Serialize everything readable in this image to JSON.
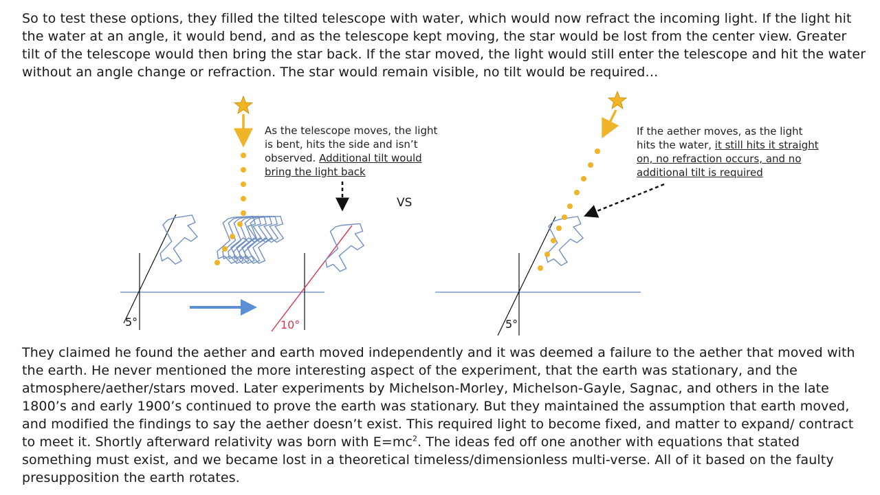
{
  "intro_text": "So to test these options, they filled the tilted telescope with water, which would now refract the incoming light.  If the light hit the water at an angle, it would bend, and as the telescope kept moving, the star would be lost from the center view.  Greater tilt of the telescope would then bring the star back.  If the star moved, the light would still enter the telescope and hit the water without an angle change or refraction.  The star would remain visible, no tilt would be required…",
  "left_note": {
    "plain": "As the telescope moves, the light is bent, hits the side and isn’t observed.  ",
    "underlined": "Additional tilt would bring the light back"
  },
  "right_note": {
    "plain": "If the aether moves, as the light hits the water, ",
    "underlined": "it still hits it straight on, no refraction occurs, and no additional tilt is required"
  },
  "vs_label": "VS",
  "angle_labels": {
    "left_start": "5°",
    "left_end": "10°",
    "right": "5°"
  },
  "outro_text_before_sup": "They claimed he found the aether and earth moved independently and it was deemed a failure to the aether that moved with the earth.  He never mentioned the more interesting aspect of the experiment, that the earth was stationary, and the atmosphere/aether/stars moved.  Later experiments by Michelson-Morley, Michelson-Gayle, Sagnac, and others in the late 1800’s and early 1900’s continued to prove the earth was stationary.  But they maintained the assumption that earth moved, and modified the findings to say the aether doesn’t exist.  This required light to become fixed, and matter to expand/ contract to meet it.  Shortly afterward relativity was born with E=mc",
  "outro_sup": "2",
  "outro_text_after_sup": ".  The ideas fed off one another with equations that stated something must exist, and we became lost in a theoretical timeless/dimensionless multi-verse.  All of it based on the faulty presupposition the earth rotates.",
  "colors": {
    "star": "#f0b429",
    "telescope": "#6f8fc4",
    "ground": "#7f97c8",
    "motion_arrow": "#5b8fd6",
    "refraction_line": "#d9334a",
    "text": "#1a1a1a"
  }
}
